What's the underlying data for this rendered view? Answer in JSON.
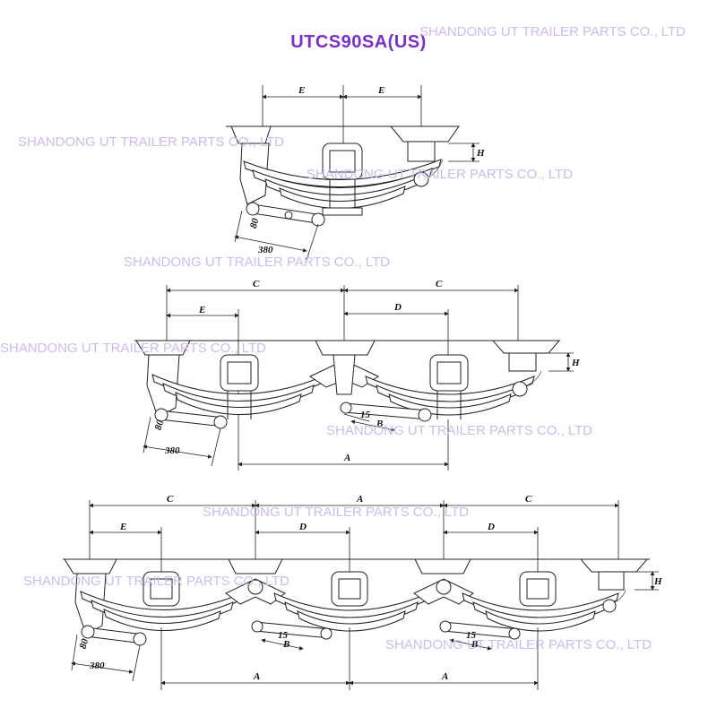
{
  "title": "UTCS90SA(US)",
  "watermark": "SHANDONG UT TRAILER PARTS CO., LTD",
  "colors": {
    "title": "#7b2fc9",
    "watermark": "#c9b8ee",
    "lines": "#222222"
  },
  "diagrams": {
    "single": {
      "E1": "E",
      "E2": "E",
      "H": "H",
      "d80": "80",
      "d380": "380"
    },
    "tandem": {
      "C1": "C",
      "C2": "C",
      "E": "E",
      "D": "D",
      "H": "H",
      "A": "A",
      "d80": "80",
      "d380": "380",
      "d15": "15",
      "B": "B"
    },
    "tridem": {
      "C1": "C",
      "A_top": "A",
      "C2": "C",
      "E": "E",
      "D1": "D",
      "D2": "D",
      "H": "H",
      "A1": "A",
      "A2": "A",
      "d80": "80",
      "d380": "380",
      "d15a": "15",
      "Ba": "B",
      "d15b": "15",
      "Bb": "B"
    }
  }
}
